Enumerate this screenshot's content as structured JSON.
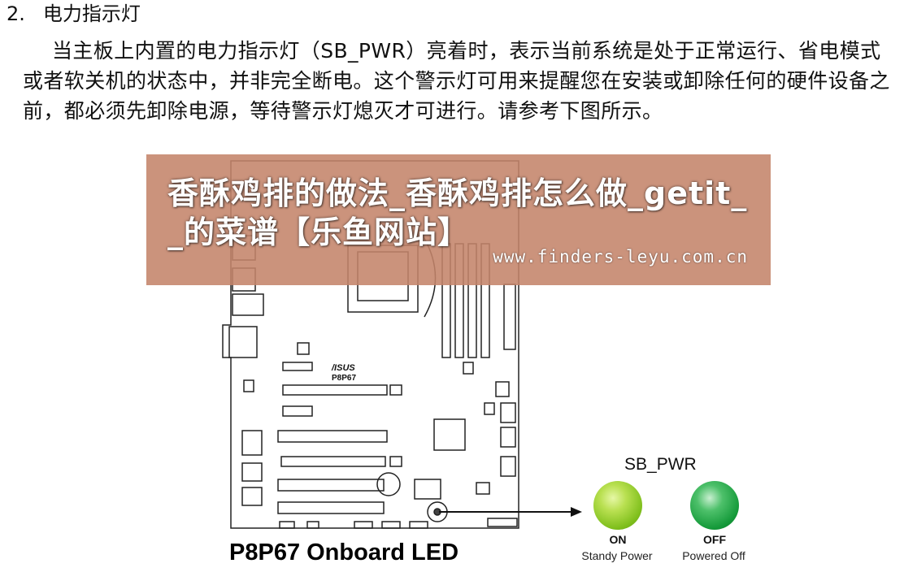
{
  "section": {
    "number": "2.",
    "title": "电力指示灯"
  },
  "paragraph": "当主板上内置的电力指示灯（SB_PWR）亮着时，表示当前系统是处于正常运行、省电模式或者软关机的状态中，并非完全断电。这个警示灯可用来提醒您在安装或卸除任何的硬件设备之前，都必须先卸除电源，等待警示灯熄灭才可进行。请参考下图所示。",
  "figure": {
    "board_logo": "/ISUS",
    "board_model": "P8P67",
    "caption": "P8P67 Onboard LED",
    "led_label": "SB_PWR",
    "led_on_state": "ON",
    "led_on_desc": "Standy Power",
    "led_off_state": "OFF",
    "led_off_desc": "Powered Off",
    "colors": {
      "led_on": "#8cc924",
      "led_off": "#1aa343"
    }
  },
  "watermark": {
    "title": "香酥鸡排的做法_香酥鸡排怎么做_getit__的菜谱【乐鱼网站】",
    "url": "www.finders-leyu.com.cn",
    "background": "#c4846a"
  }
}
